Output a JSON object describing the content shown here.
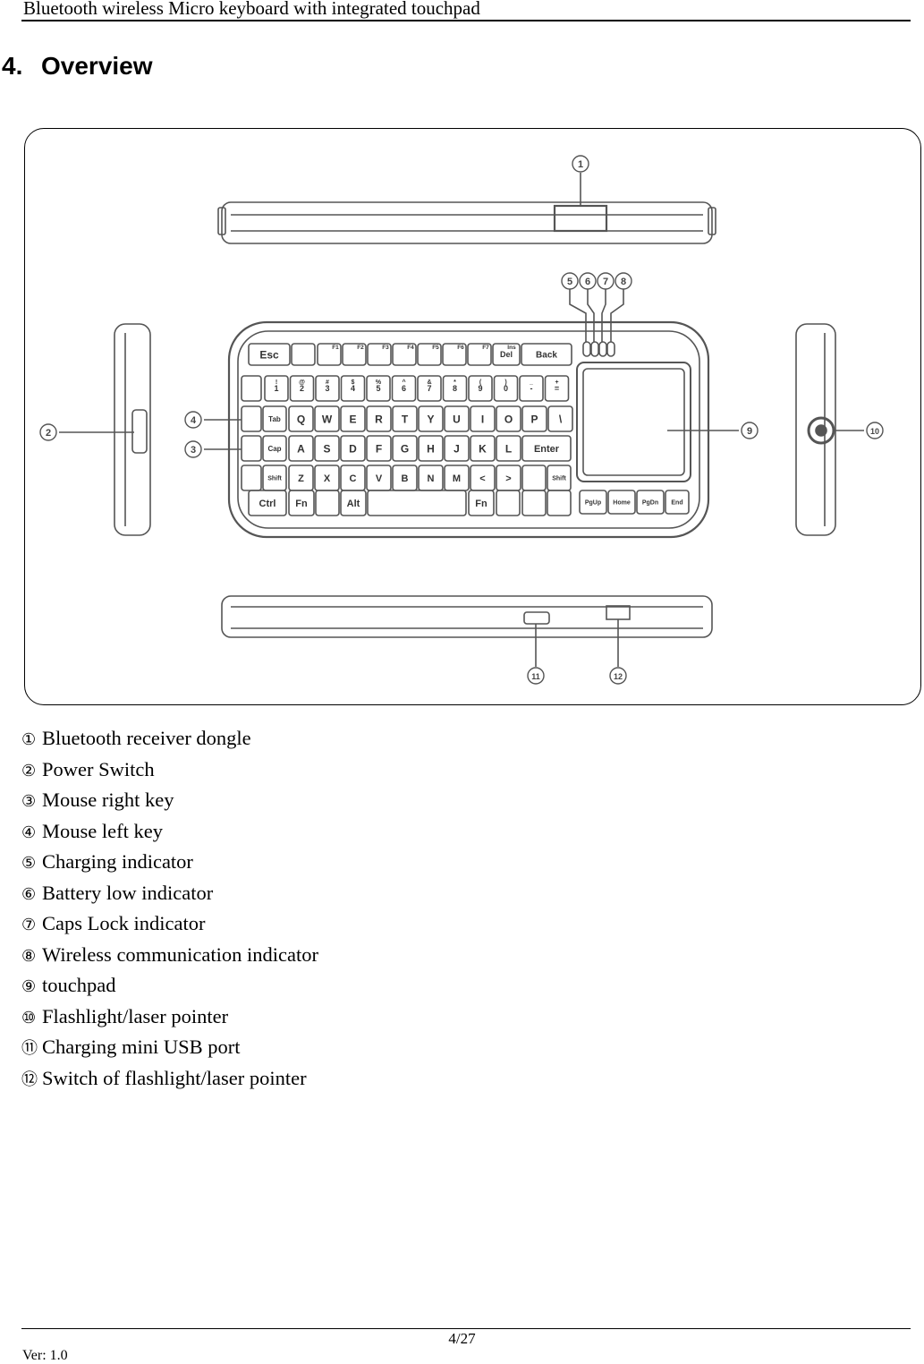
{
  "header": {
    "title": "Bluetooth wireless Micro keyboard with integrated touchpad"
  },
  "section": {
    "number": "4.",
    "title": "Overview"
  },
  "figure": {
    "callouts": [
      "1",
      "2",
      "3",
      "4",
      "5",
      "6",
      "7",
      "8",
      "9",
      "10",
      "11",
      "12"
    ],
    "keys": {
      "row0": [
        "Esc",
        "F1",
        "F2",
        "F3",
        "F4",
        "F5",
        "F6",
        "F7",
        "Ins",
        "Del",
        "Back"
      ],
      "row1": [
        "1",
        "2",
        "3",
        "4",
        "5",
        "6",
        "7",
        "8",
        "9",
        "0",
        "-",
        "="
      ],
      "row1_shift": [
        "!",
        "@",
        "#",
        "$",
        "%",
        "^",
        "&",
        "*",
        "(",
        ")",
        "_",
        "+"
      ],
      "row2": [
        "Tab",
        "Q",
        "W",
        "E",
        "R",
        "T",
        "Y",
        "U",
        "I",
        "O",
        "P",
        "\\"
      ],
      "row3": [
        "Cap",
        "A",
        "S",
        "D",
        "F",
        "G",
        "H",
        "J",
        "K",
        "L",
        "Enter"
      ],
      "row4": [
        "Shift",
        "Z",
        "X",
        "C",
        "V",
        "B",
        "N",
        "M",
        "<",
        ">",
        "Shift"
      ],
      "row5": [
        "Ctrl",
        "Fn",
        "Alt",
        "Fn"
      ],
      "nav": [
        "PgUp",
        "Home",
        "PgDn",
        "End"
      ]
    }
  },
  "legend": [
    {
      "marker": "①",
      "text": "Bluetooth receiver dongle"
    },
    {
      "marker": "②",
      "text": "Power Switch"
    },
    {
      "marker": "③",
      "text": "Mouse right key"
    },
    {
      "marker": "④",
      "text": "Mouse left key"
    },
    {
      "marker": "⑤",
      "text": "Charging indicator"
    },
    {
      "marker": "⑥",
      "text": "Battery low indicator"
    },
    {
      "marker": "⑦",
      "text": "Caps Lock indicator"
    },
    {
      "marker": "⑧",
      "text": "Wireless communication indicator"
    },
    {
      "marker": "⑨",
      "text": "touchpad"
    },
    {
      "marker": "⑩",
      "text": "Flashlight/laser pointer"
    },
    {
      "marker": "⑪",
      "text": "Charging mini USB port"
    },
    {
      "marker": "⑫",
      "text": "Switch of flashlight/laser pointer"
    }
  ],
  "footer": {
    "page": "4/27",
    "version": "Ver: 1.0"
  }
}
